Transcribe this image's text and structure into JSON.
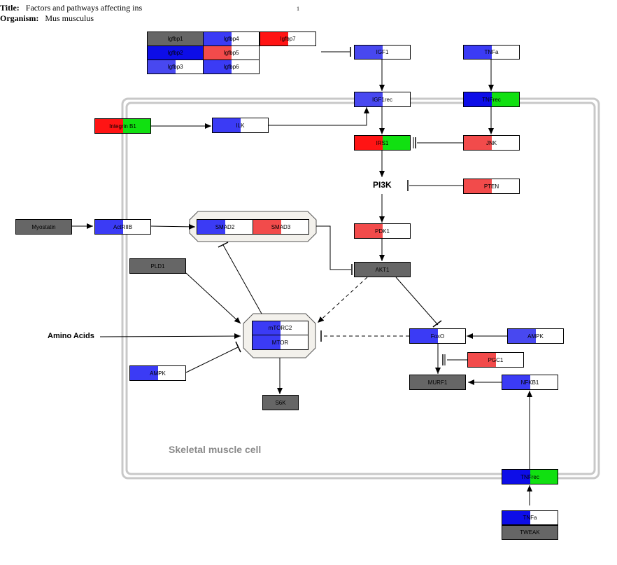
{
  "header": {
    "title_label": "Title:",
    "title_text": "Factors and pathways affecting ins",
    "organism_label": "Organism:",
    "organism_text": "Mus musculus",
    "page_number": "1"
  },
  "compartment_label": "Skeletal muscle cell",
  "free_labels": {
    "pi3k": "PI3K",
    "amino_acids": "Amino Acids"
  },
  "colors": {
    "blue_dark": "#0d0de8",
    "blue": "#3b3bf5",
    "blue_mid": "#4848f0",
    "red": "#ff1414",
    "red_light": "#f24b4b",
    "green": "#11e011",
    "gray": "#666666",
    "white": "#ffffff",
    "compartment": "#c8c8c8",
    "complex_fill": "#f3f1ec"
  },
  "nodes": {
    "igfbp1": "Igfbp1",
    "igfbp2": "Igfbp2",
    "igfbp3": "Igfbp3",
    "igfbp4": "Igfbp4",
    "igfbp5": "Igfbp5",
    "igfbp6": "Igfbp6",
    "igfbp7": "Igfbp7",
    "igf1": "IGF1",
    "tnfa_top": "TNFa",
    "igf1rec": "IGF1rec",
    "tnfrec_top": "TNFrec",
    "integrin_b1": "Integrin B1",
    "ilk": "ILK",
    "irs1": "IRS1",
    "jnk": "JNK",
    "pten": "PTEN",
    "myostatin": "Myostatin",
    "actriib": "ActRIIB",
    "smad2": "SMAD2",
    "smad3": "SMAD3",
    "pdk1": "PDK1",
    "pld1": "PLD1",
    "akt1": "AKT1",
    "mtorc2": "mTORC2",
    "mtor": "MTOR",
    "foxo": "FoxO",
    "ampk_right": "AMPK",
    "ampk_left": "AMPK",
    "pgc1": "PGC1",
    "murf1": "MURF1",
    "nfkb1": "NFKB1",
    "s6k": "S6K",
    "tnfrec_bottom": "TNFrec",
    "tnfa_bottom": "TNFa",
    "tweak": "TWEAK"
  }
}
